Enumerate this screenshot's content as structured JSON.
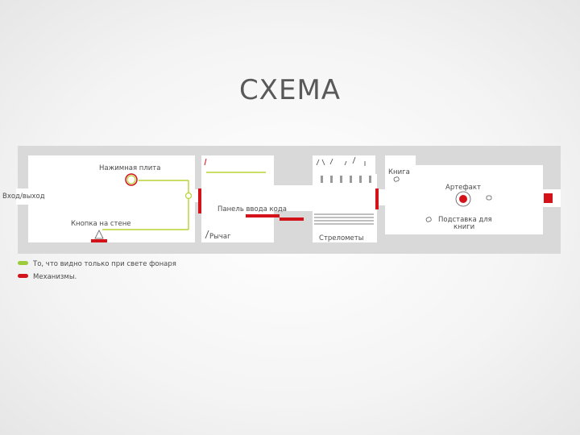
{
  "slide": {
    "title": "СХЕМА"
  },
  "labels": {
    "entrance": "Вход/выход",
    "pressure_plate": "Нажимная плита",
    "wall_button": "Кнопка на стене",
    "code_panel": "Панель ввода кода",
    "lever": "Рычаг",
    "crossbows": "Стрелометы",
    "book": "Книга",
    "artifact": "Артефакт",
    "stand_line1": "Подставка для",
    "stand_line2": "книги"
  },
  "legend": [
    {
      "color": "#9ccc3c",
      "text": "То, что видно только при свете фонаря"
    },
    {
      "color": "#d4121a",
      "text": "Механизмы."
    }
  ],
  "colors": {
    "wall": "#d9d9d9",
    "mechanism": "#d4121a",
    "hidden": "#b5d334",
    "line": "#555555"
  }
}
